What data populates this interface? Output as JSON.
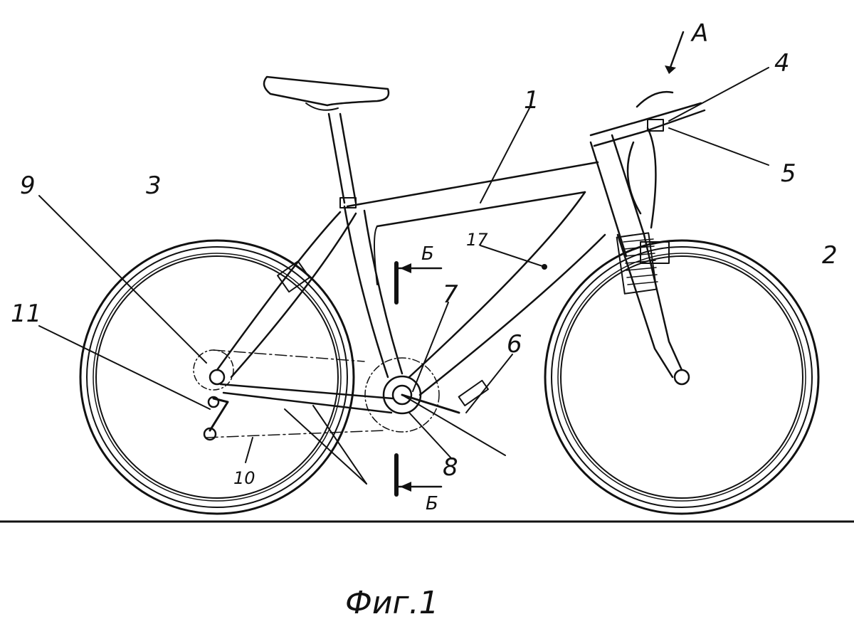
{
  "figure": {
    "caption": "Фиг.1",
    "view_label": "А",
    "labels": {
      "frame": "1",
      "front_wheel": "2",
      "rear_wheel": "3",
      "lever": "4",
      "lever_unit": "5",
      "pedal": "6",
      "crank_unit": "7",
      "drive_sprocket": "8",
      "rear_sprocket": "9",
      "chain": "10",
      "tensioner": "11",
      "cable": "17"
    },
    "section_top": "Б",
    "section_bottom": "Б"
  }
}
